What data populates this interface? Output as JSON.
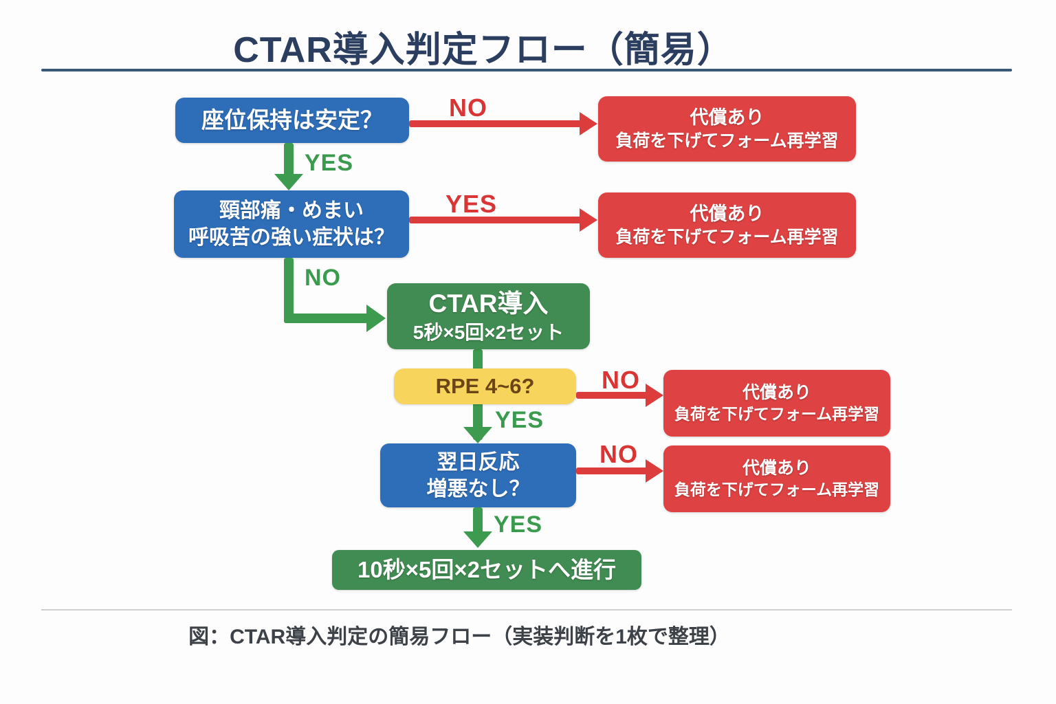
{
  "header": {
    "title": "CTAR導入判定フロー（簡易）"
  },
  "footer": {
    "caption": "図：CTAR導入判定の簡易フロー（実装判断を1枚で整理）"
  },
  "labels": {
    "yes": "YES",
    "no": "NO"
  },
  "nodes": {
    "q_sitting": {
      "text": "座位保持は安定？"
    },
    "q_symptoms": {
      "line1": "頸部痛・めまい",
      "line2": "呼吸苦の強い症状は？"
    },
    "ctar": {
      "line1": "CTAR導入",
      "line2": "5秒×5回×2セット"
    },
    "rpe": {
      "text": "RPE 4~6?"
    },
    "q_nextday": {
      "line1": "翌日反応",
      "line2": "増悪なし？"
    },
    "progress": {
      "text": "10秒×5回×2セットへ進行"
    },
    "fail": {
      "line1": "代償あり",
      "line2": "負荷を下げてフォーム再学習"
    }
  },
  "colors": {
    "box_blue": "#2e6db8",
    "box_red": "#de4242",
    "box_green": "#418c52",
    "box_yellow": "#f7d45c",
    "yellow_text": "#6b4516",
    "arrow_green": "#3d9b50",
    "arrow_red": "#dd3c3c",
    "title_navy": "#2c3e5f",
    "caption_gray": "#3d4248"
  }
}
